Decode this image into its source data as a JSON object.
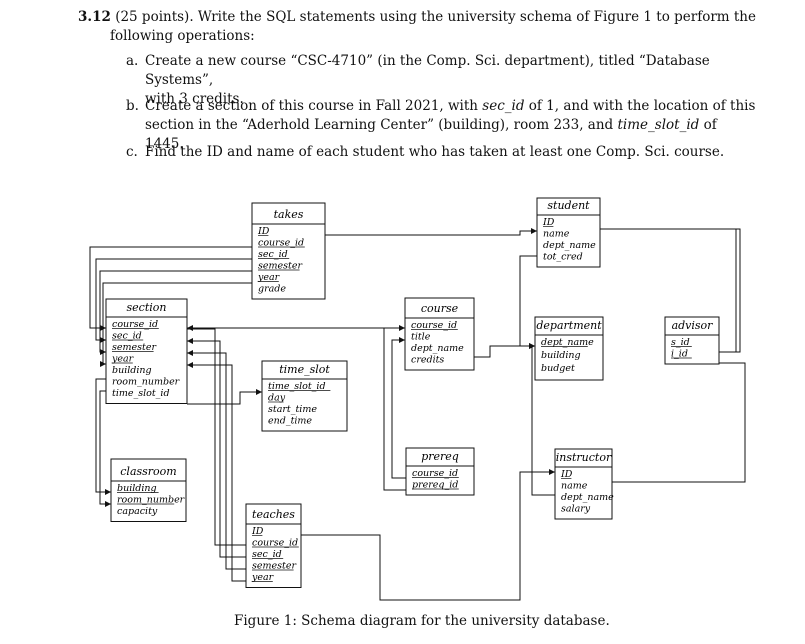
{
  "question": {
    "number": "3.12",
    "points": "(25 points).",
    "prompt_line1": "Write the SQL statements using the university schema of Figure 1 to perform the",
    "prompt_line2": "following operations:",
    "a_label": "a.",
    "a_line1": "Create a new course “CSC-4710” (in the Comp. Sci. department), titled “Database Systems”,",
    "a_line2": "with 3 credits.",
    "b_label": "b.",
    "b_line1_pre": "Create a section of this course in Fall 2021, with ",
    "b_line1_it": "sec_id",
    "b_line1_post": " of 1, and with the location of this",
    "b_line2_pre": "section in the “Aderhold Learning Center” (building), room 233, and ",
    "b_line2_it": "time_slot_id",
    "b_line2_post": " of 1445.",
    "c_label": "c.",
    "c_line": "Find the ID and name of each student who has taken at least one Comp. Sci. course."
  },
  "schema": {
    "takes": {
      "title": "takes",
      "attrs": [
        "ID",
        "course_id",
        "sec_id",
        "semester",
        "year",
        "grade"
      ]
    },
    "student": {
      "title": "student",
      "attrs": [
        "ID",
        "name",
        "dept_name",
        "tot_cred"
      ]
    },
    "section": {
      "title": "section",
      "attrs": [
        "course_id",
        "sec_id",
        "semester",
        "year",
        "building",
        "room_number",
        "time_slot_id"
      ]
    },
    "course": {
      "title": "course",
      "attrs": [
        "course_id",
        "title",
        "dept_name",
        "credits"
      ]
    },
    "department": {
      "title": "department",
      "attrs": [
        "dept_name",
        "building",
        "budget"
      ]
    },
    "advisor": {
      "title": "advisor",
      "attrs": [
        "s_id",
        "i_id"
      ]
    },
    "time_slot": {
      "title": "time_slot",
      "attrs": [
        "time_slot_id",
        "day",
        "start_time",
        "end_time"
      ]
    },
    "classroom": {
      "title": "classroom",
      "attrs": [
        "building",
        "room_number",
        "capacity"
      ]
    },
    "prereq": {
      "title": "prereq",
      "attrs": [
        "course_id",
        "prereq_id"
      ]
    },
    "instructor": {
      "title": "instructor",
      "attrs": [
        "ID",
        "name",
        "dept_name",
        "salary"
      ]
    },
    "teaches": {
      "title": "teaches",
      "attrs": [
        "ID",
        "course_id",
        "sec_id",
        "semester",
        "year"
      ]
    }
  },
  "caption": "Figure 1: Schema diagram for the university database."
}
